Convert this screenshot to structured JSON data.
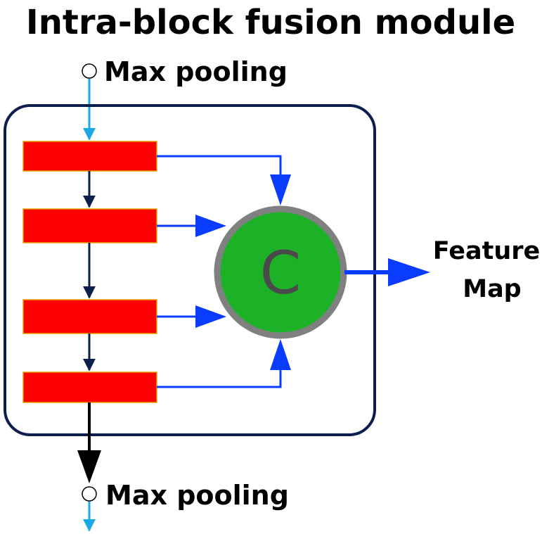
{
  "title": "Intra-block fusion module",
  "input": {
    "label": "Max pooling"
  },
  "output": {
    "label": "Max pooling"
  },
  "concat": {
    "symbol": "C"
  },
  "feature_map": {
    "line1": "Feature",
    "line2": "Map"
  },
  "colors": {
    "block": "#ff0000",
    "block_border": "#e0a000",
    "concat_fill": "#1db128",
    "concat_stroke": "#808080",
    "module_border": "#0b1e4c",
    "cyan_arrow": "#1ba9e6",
    "dark_arrow": "#0b1e4c",
    "blue_arrow": "#0a3cff",
    "black_arrow": "#000000"
  }
}
